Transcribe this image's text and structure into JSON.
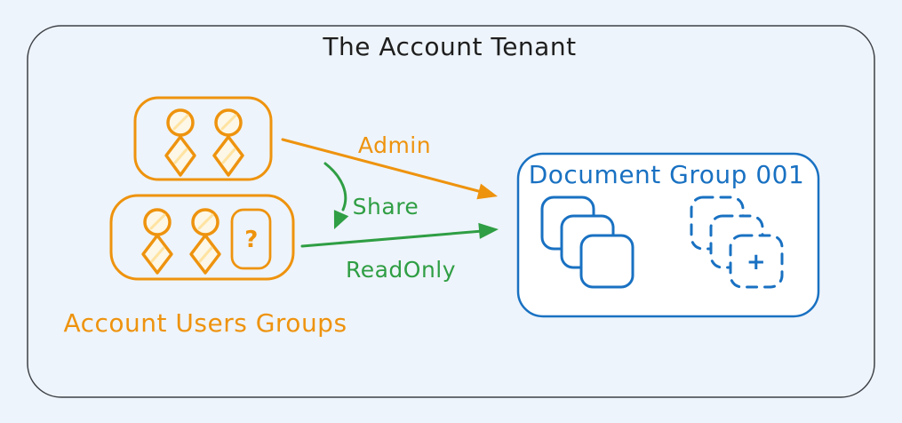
{
  "colors": {
    "background": "#eef4fb",
    "frame": "#3c4046",
    "ink": "#1e1e1e",
    "orange": "#ee930e",
    "green": "#2f9e44",
    "blue": "#1971c2",
    "panel_fill": "#ffffff",
    "person_fill": "#fcf7e6",
    "person_hatch": "#ffe3a1"
  },
  "tenant": {
    "title": "The Account Tenant"
  },
  "user_groups": {
    "label": "Account Users Groups",
    "unknown_member_glyph": "?"
  },
  "edges": {
    "admin": {
      "label": "Admin"
    },
    "share": {
      "label": "Share"
    },
    "readonly": {
      "label": "ReadOnly"
    }
  },
  "document_group": {
    "title": "Document Group 001",
    "add_glyph": "+"
  }
}
